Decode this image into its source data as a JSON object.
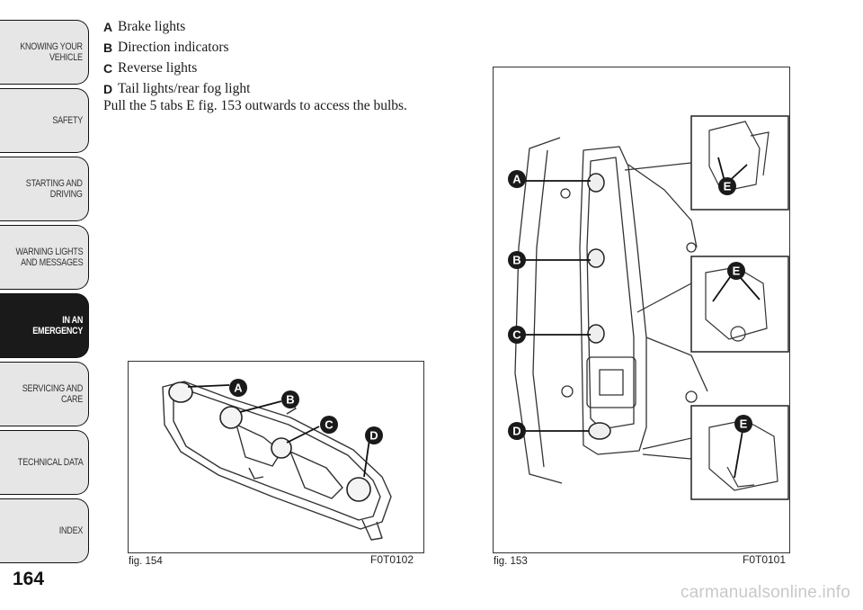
{
  "side_nav": {
    "tabs": [
      {
        "id": "knowing",
        "label": "KNOWING YOUR\nVEHICLE",
        "active": false
      },
      {
        "id": "safety",
        "label": "SAFETY",
        "active": false
      },
      {
        "id": "starting",
        "label": "STARTING AND\nDRIVING",
        "active": false
      },
      {
        "id": "warning",
        "label": "WARNING LIGHTS\nAND MESSAGES",
        "active": false
      },
      {
        "id": "emergency",
        "label": "IN AN\nEMERGENCY",
        "active": true
      },
      {
        "id": "servicing",
        "label": "SERVICING AND\nCARE",
        "active": false
      },
      {
        "id": "technical",
        "label": "TECHNICAL DATA",
        "active": false
      },
      {
        "id": "index",
        "label": "INDEX",
        "active": false
      }
    ]
  },
  "page_number": "164",
  "legend": {
    "items": [
      {
        "letter": "A",
        "text": "Brake lights"
      },
      {
        "letter": "B",
        "text": "Direction indicators"
      },
      {
        "letter": "C",
        "text": "Reverse lights"
      },
      {
        "letter": "D",
        "text": "Tail lights/rear fog light"
      }
    ]
  },
  "body_text": "Pull the 5 tabs E fig. 153 outwards to access the bulbs.",
  "figures": {
    "fig154": {
      "caption": "fig. 154",
      "code": "F0T0102",
      "callouts": [
        "A",
        "B",
        "C",
        "D"
      ]
    },
    "fig153": {
      "caption": "fig. 153",
      "code": "F0T0101",
      "callouts": [
        "A",
        "B",
        "C",
        "D"
      ],
      "detail_callouts": [
        "E",
        "E",
        "E"
      ]
    }
  },
  "watermark": "carmanualsonline.info"
}
